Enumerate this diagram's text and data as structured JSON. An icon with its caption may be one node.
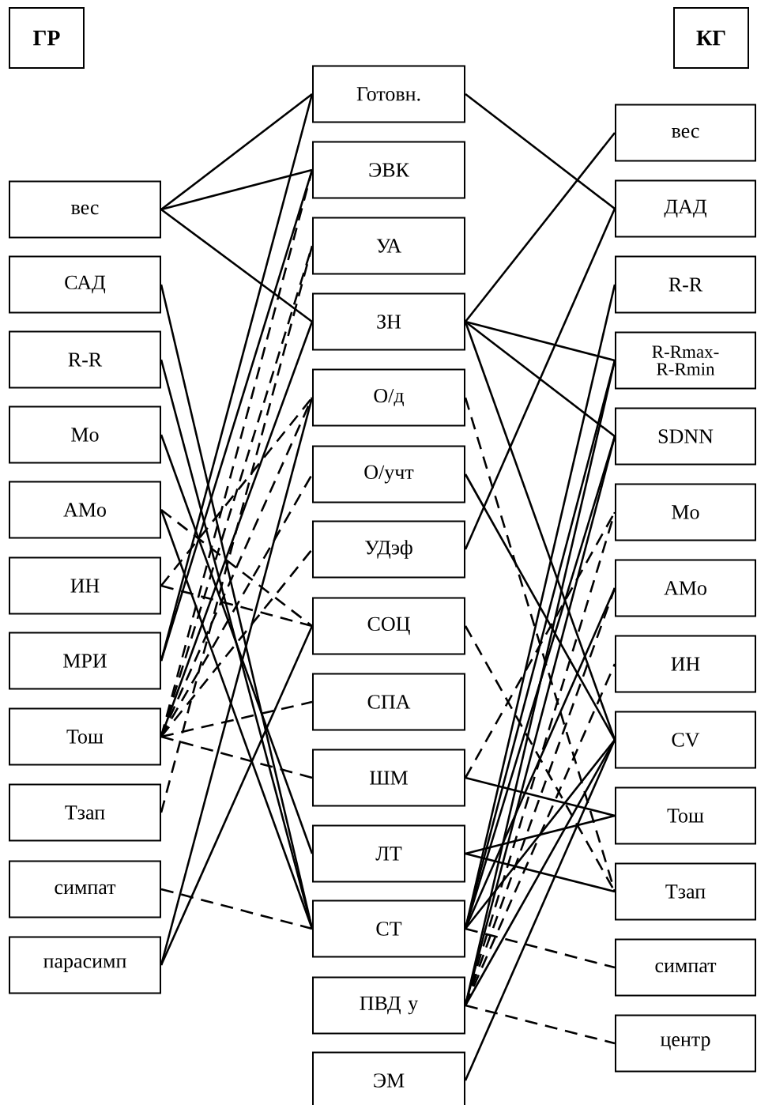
{
  "diagram": {
    "nodes": [
      {
        "text": [
          "ГР"
        ]
      },
      {
        "text": [
          "КГ"
        ]
      },
      {
        "text": [
          "вес"
        ]
      },
      {
        "text": [
          "САД"
        ]
      },
      {
        "text": [
          "R-R"
        ]
      },
      {
        "text": [
          "Mo"
        ]
      },
      {
        "text": [
          "AMo"
        ]
      },
      {
        "text": [
          "ИН"
        ]
      },
      {
        "text": [
          "МРИ"
        ]
      },
      {
        "text": [
          "Тош"
        ]
      },
      {
        "text": [
          "Тзап"
        ]
      },
      {
        "text": [
          "симпат"
        ]
      },
      {
        "text": [
          "парасимп"
        ]
      },
      {
        "text": [
          "Готовн."
        ]
      },
      {
        "text": [
          "ЭВК"
        ]
      },
      {
        "text": [
          "УА"
        ]
      },
      {
        "text": [
          "ЗН"
        ]
      },
      {
        "text": [
          "О/д"
        ]
      },
      {
        "text": [
          "О/учт"
        ]
      },
      {
        "text": [
          "УДэф"
        ]
      },
      {
        "text": [
          "СОЦ"
        ]
      },
      {
        "text": [
          "СПА"
        ]
      },
      {
        "text": [
          "ШМ"
        ]
      },
      {
        "text": [
          "ЛТ"
        ]
      },
      {
        "text": [
          "СТ"
        ]
      },
      {
        "text": [
          "ПВД у"
        ]
      },
      {
        "text": [
          "ЭМ"
        ]
      },
      {
        "text": [
          "вес"
        ]
      },
      {
        "text": [
          "ДАД"
        ]
      },
      {
        "text": [
          "R-R"
        ]
      },
      {
        "text": [
          "R-Rmax-R-Rmin"
        ]
      },
      {
        "text": [
          "SDNN"
        ]
      },
      {
        "text": [
          "Mo"
        ]
      },
      {
        "text": [
          "AMo"
        ]
      },
      {
        "text": [
          "ИН"
        ]
      },
      {
        "text": [
          "CV"
        ]
      },
      {
        "text": [
          "Тош"
        ]
      },
      {
        "text": [
          "Тзап"
        ]
      },
      {
        "text": [
          "симпат"
        ]
      },
      {
        "text": [
          "центр"
        ]
      }
    ],
    "edges": [
      {
        "from": 2,
        "to": 13,
        "arrow": "none"
      },
      {
        "from": 2,
        "to": 14,
        "arrow": "none"
      },
      {
        "from": 2,
        "to": 16,
        "arrow": "none"
      },
      {
        "from": 3,
        "to": 24,
        "arrow": "none"
      },
      {
        "from": 4,
        "to": 24,
        "arrow": "none"
      },
      {
        "from": 5,
        "to": 23,
        "arrow": "none"
      },
      {
        "from": 6,
        "to": 24,
        "arrow": "none"
      },
      {
        "from": 8,
        "to": 13,
        "arrow": "none"
      },
      {
        "from": 8,
        "to": 14,
        "arrow": "none"
      },
      {
        "from": 9,
        "to": 16,
        "arrow": "none"
      },
      {
        "from": 9,
        "to": 14,
        "arrow": "none",
        "style": "dashed"
      },
      {
        "from": 9,
        "to": 15,
        "arrow": "none",
        "style": "dashed"
      },
      {
        "from": 10,
        "to": 15,
        "arrow": "none",
        "style": "dashed"
      },
      {
        "from": 9,
        "to": 17,
        "arrow": "none",
        "style": "dashed"
      },
      {
        "from": 7,
        "to": 17,
        "arrow": "none",
        "style": "dashed"
      },
      {
        "from": 12,
        "to": 17,
        "arrow": "none"
      },
      {
        "from": 12,
        "to": 20,
        "arrow": "none"
      },
      {
        "from": 9,
        "to": 18,
        "arrow": "none",
        "style": "dashed"
      },
      {
        "from": 9,
        "to": 19,
        "arrow": "none",
        "style": "dashed"
      },
      {
        "from": 6,
        "to": 20,
        "arrow": "none",
        "style": "dashed"
      },
      {
        "from": 7,
        "to": 20,
        "arrow": "none",
        "style": "dashed"
      },
      {
        "from": 9,
        "to": 21,
        "arrow": "none",
        "style": "dashed"
      },
      {
        "from": 9,
        "to": 22,
        "arrow": "none",
        "style": "dashed"
      },
      {
        "from": 11,
        "to": 24,
        "arrow": "none",
        "style": "dashed"
      },
      {
        "from": 13,
        "to": 28,
        "arrow": "none"
      },
      {
        "from": 16,
        "to": 27,
        "arrow": "none"
      },
      {
        "from": 16,
        "to": 30,
        "arrow": "none"
      },
      {
        "from": 16,
        "to": 31,
        "arrow": "none"
      },
      {
        "from": 16,
        "to": 35,
        "arrow": "none"
      },
      {
        "from": 19,
        "to": 28,
        "arrow": "none"
      },
      {
        "from": 17,
        "to": 37,
        "arrow": "none",
        "style": "dashed"
      },
      {
        "from": 18,
        "to": 35,
        "arrow": "none"
      },
      {
        "from": 20,
        "to": 37,
        "arrow": "none",
        "style": "dashed"
      },
      {
        "from": 22,
        "to": 36,
        "arrow": "none"
      },
      {
        "from": 22,
        "to": 32,
        "arrow": "none",
        "style": "dashed"
      },
      {
        "from": 23,
        "to": 36,
        "arrow": "none"
      },
      {
        "from": 23,
        "to": 37,
        "arrow": "none"
      },
      {
        "from": 24,
        "to": 29,
        "arrow": "none"
      },
      {
        "from": 24,
        "to": 30,
        "arrow": "none"
      },
      {
        "from": 25,
        "to": 30,
        "arrow": "none"
      },
      {
        "from": 24,
        "to": 31,
        "arrow": "none"
      },
      {
        "from": 25,
        "to": 31,
        "arrow": "none"
      },
      {
        "from": 24,
        "to": 33,
        "arrow": "none"
      },
      {
        "from": 25,
        "to": 32,
        "arrow": "none",
        "style": "dashed"
      },
      {
        "from": 25,
        "to": 33,
        "arrow": "none",
        "style": "dashed"
      },
      {
        "from": 25,
        "to": 34,
        "arrow": "none",
        "style": "dashed"
      },
      {
        "from": 24,
        "to": 35,
        "arrow": "none"
      },
      {
        "from": 25,
        "to": 35,
        "arrow": "none"
      },
      {
        "from": 26,
        "to": 35,
        "arrow": "none"
      },
      {
        "from": 24,
        "to": 38,
        "arrow": "none",
        "style": "dashed"
      },
      {
        "from": 25,
        "to": 39,
        "arrow": "none",
        "style": "dashed"
      }
    ]
  }
}
